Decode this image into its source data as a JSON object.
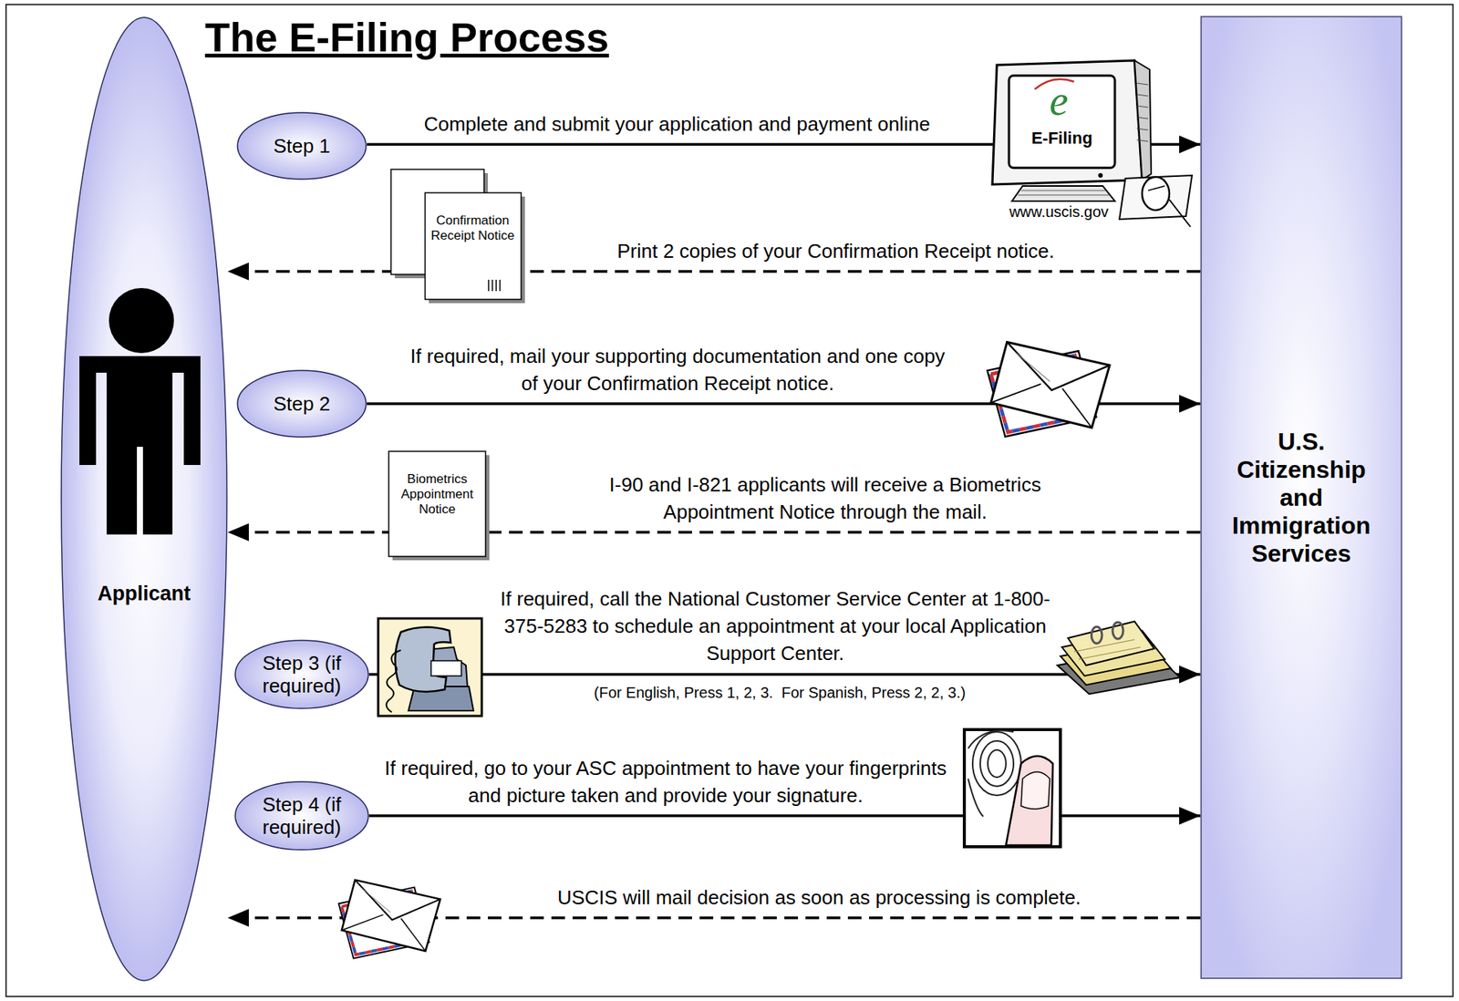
{
  "diagram": {
    "title": "The E-Filing Process",
    "nodes": [
      {
        "text": [
          "Applicant"
        ]
      },
      {
        "text": [
          "Step 1"
        ]
      },
      {
        "text": [
          "Step 2"
        ]
      },
      {
        "text": [
          "Step 3 (if required)"
        ]
      },
      {
        "text": [
          "Step 4 (if required)"
        ]
      },
      {
        "text": [
          "U.S. Citizenship and Immigration Services"
        ]
      }
    ],
    "edges": [
      {
        "from": 1,
        "to": 5,
        "arrow": "to",
        "label": "Complete and submit your application and payment online"
      },
      {
        "from": 5,
        "to": 0,
        "arrow": "to",
        "label": "Print 2 copies of your Confirmation Receipt notice."
      },
      {
        "from": 2,
        "to": 5,
        "arrow": "to",
        "label": "If required, mail your supporting documentation and one copy of your Confirmation Receipt notice."
      },
      {
        "from": 5,
        "to": 0,
        "arrow": "to",
        "label": "I-90 and I-821 applicants will receive a Biometrics Appointment Notice through the mail."
      },
      {
        "from": 3,
        "to": 5,
        "arrow": "to",
        "label": "If required, call the National Customer Service Center at 1-800-375-5283 to schedule an appointment at your local Application Support Center."
      },
      {
        "from": 4,
        "to": 5,
        "arrow": "to",
        "label": "If required, go to your ASC appointment to have your fingerprints and picture taken and provide your signature."
      },
      {
        "from": 5,
        "to": 0,
        "arrow": "to",
        "label": "USCIS will mail decision as soon as processing is complete."
      }
    ],
    "labels": [
      "e",
      "E-Filing",
      "www.uscis.gov",
      "Confirmation Receipt Notice",
      "Biometrics Appointment Notice",
      "(For English, Press 1, 2, 3.  For Spanish, Press 2, 2, 3.)"
    ]
  }
}
